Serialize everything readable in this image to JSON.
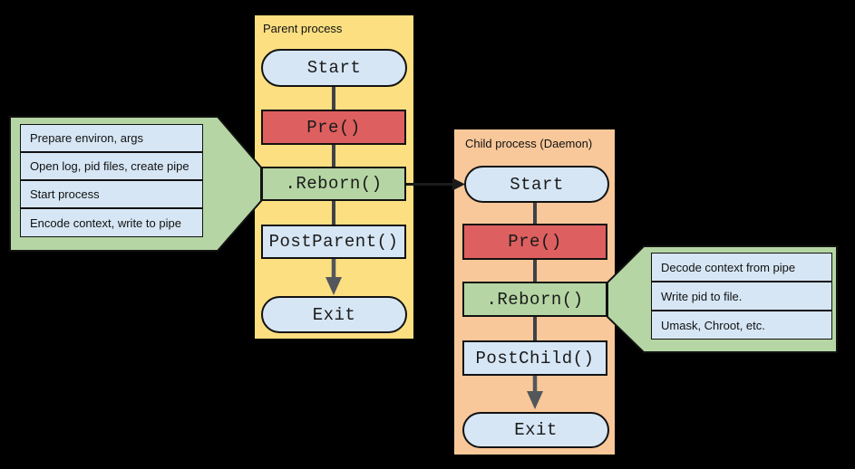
{
  "colors": {
    "yellow": "#fbdf81",
    "orange": "#f8c89a",
    "red": "#dd5f5f",
    "green": "#b5d6a4",
    "blue": "#d6e6f5",
    "line": "#3e4247",
    "arrow": "#53575b"
  },
  "parent": {
    "title": "Parent process",
    "nodes": {
      "start": "Start",
      "pre": "Pre()",
      "reborn": ".Reborn()",
      "post": "PostParent()",
      "exit": "Exit"
    }
  },
  "child": {
    "title": "Child process (Daemon)",
    "nodes": {
      "start": "Start",
      "pre": "Pre()",
      "reborn": ".Reborn()",
      "post": "PostChild()",
      "exit": "Exit"
    }
  },
  "left_callout": {
    "items": [
      "Prepare environ, args",
      "Open log, pid files, create pipe",
      "Start process",
      "Encode context, write to pipe"
    ]
  },
  "right_callout": {
    "items": [
      "Decode context from pipe",
      "Write pid to file.",
      "Umask, Chroot, etc."
    ]
  }
}
